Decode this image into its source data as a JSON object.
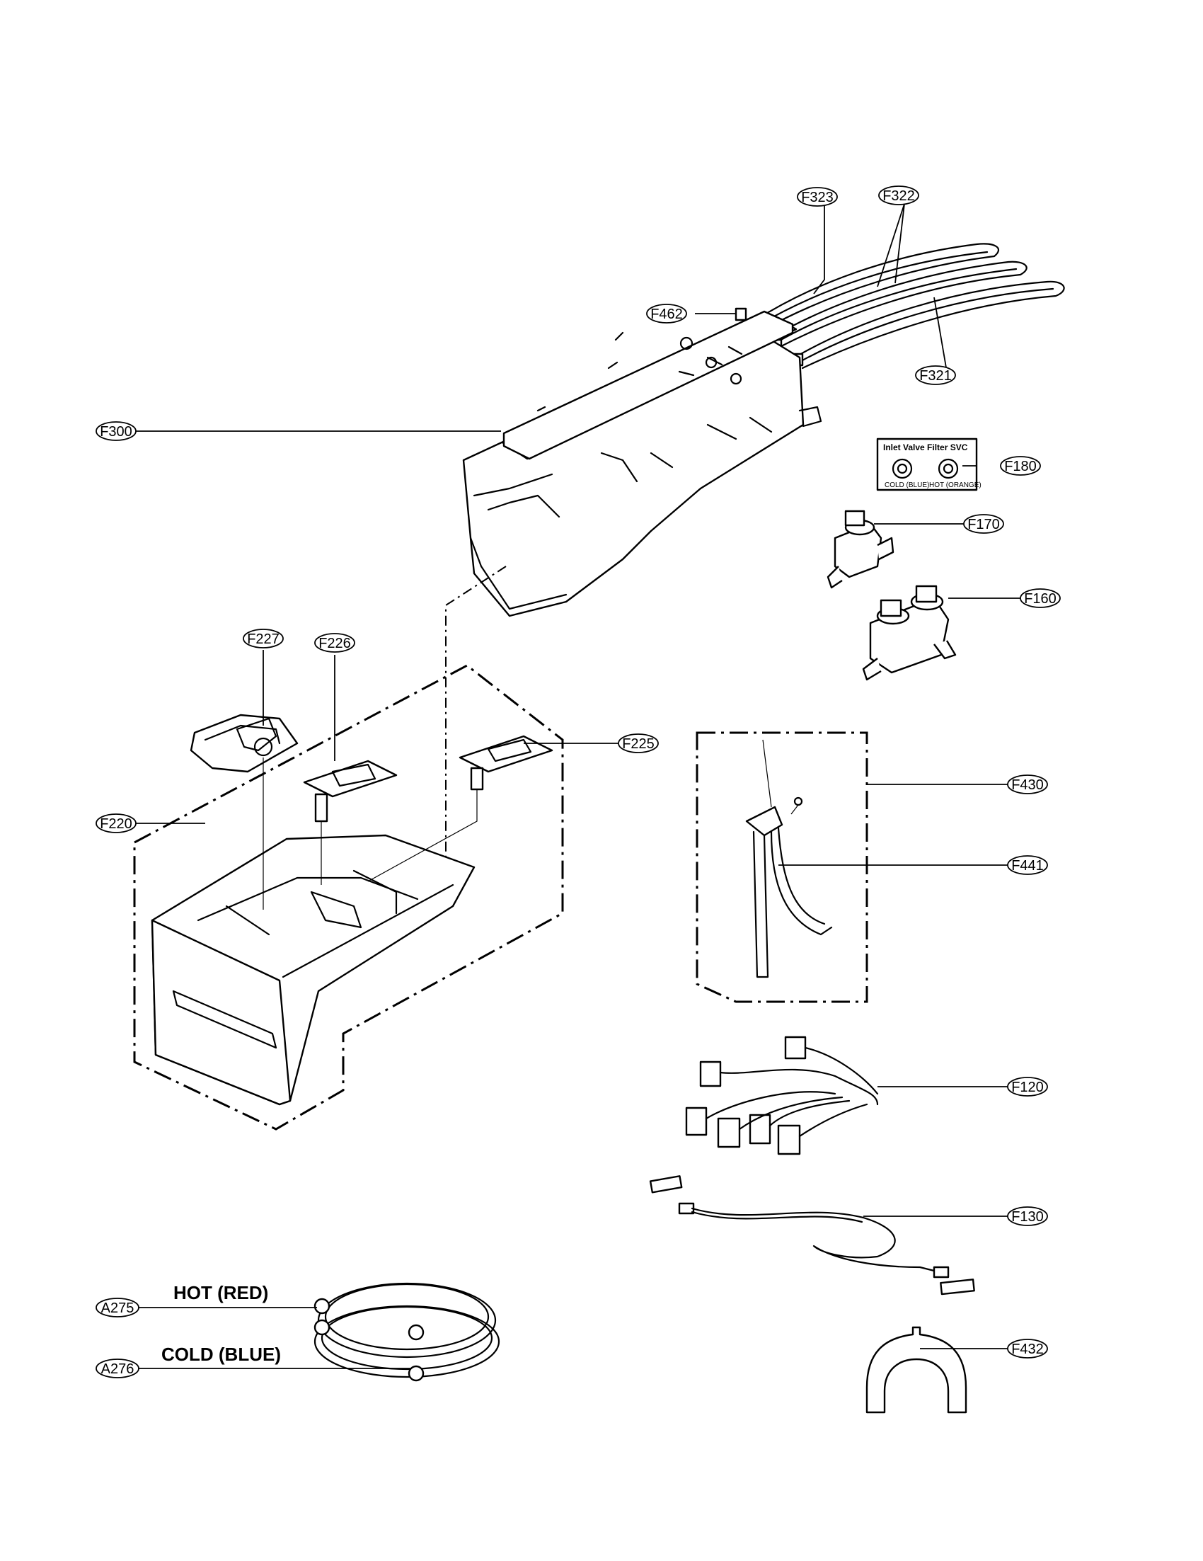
{
  "labels": {
    "F323": "F323",
    "F322": "F322",
    "F462": "F462",
    "F321": "F321",
    "F300": "F300",
    "F180": "F180",
    "F170": "F170",
    "F160": "F160",
    "F227": "F227",
    "F226": "F226",
    "F225": "F225",
    "F220": "F220",
    "F430": "F430",
    "F441": "F441",
    "F120": "F120",
    "F130": "F130",
    "F432": "F432",
    "A275": "A275",
    "A276": "A276"
  },
  "hose_text": {
    "hot": "HOT (RED)",
    "cold": "COLD (BLUE)"
  },
  "filter_box": {
    "title": "Inlet Valve Filter SVC",
    "cold": "COLD (BLUE)",
    "hot": "HOT (ORANGE)"
  }
}
